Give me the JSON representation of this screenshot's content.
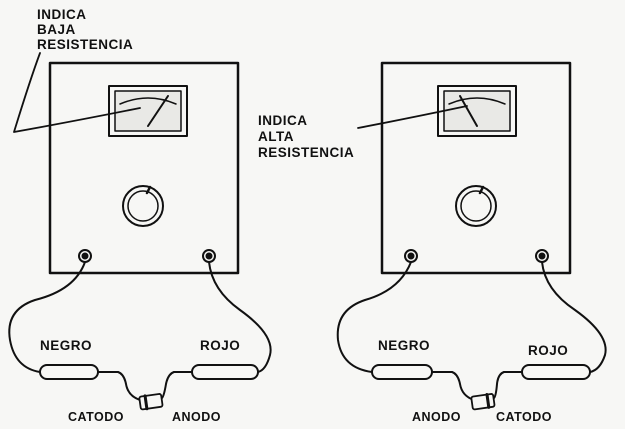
{
  "annotations": {
    "left_line1": "INDICA",
    "left_line2": "BAJA",
    "left_line3": "RESISTENCIA",
    "right_line1": "INDICA",
    "right_line2": "ALTA",
    "right_line3": "RESISTENCIA"
  },
  "left_setup": {
    "lead_black": "NEGRO",
    "lead_red": "ROJO",
    "diode_left": "CATODO",
    "diode_right": "ANODO"
  },
  "right_setup": {
    "lead_black": "NEGRO",
    "lead_red": "ROJO",
    "diode_left": "ANODO",
    "diode_right": "CATODO"
  },
  "colors": {
    "ink": "#111111",
    "paper": "#f7f7f5",
    "meter_face": "#e9e9e6"
  }
}
